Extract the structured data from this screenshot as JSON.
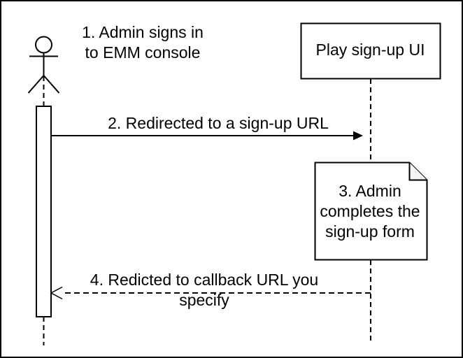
{
  "diagram": {
    "type": "sequence-diagram",
    "background_color": "#ffffff",
    "stroke_color": "#000000",
    "note_fold_color": "#f5f5f5",
    "participants": [
      {
        "id": "admin",
        "kind": "actor",
        "label": "1. Admin signs in\nto EMM console"
      },
      {
        "id": "play-signup-ui",
        "kind": "box",
        "label": "Play sign-up UI"
      }
    ],
    "messages": [
      {
        "from": "admin",
        "to": "play-signup-ui",
        "style": "solid",
        "arrowhead": "filled",
        "label": "2. Redirected to a sign-up URL"
      },
      {
        "from": "play-signup-ui",
        "to": "admin",
        "style": "dashed",
        "arrowhead": "open",
        "label": "4. Redicted to callback URL you specify"
      }
    ],
    "notes": [
      {
        "attached_to": "play-signup-ui",
        "label": "3. Admin\ncompletes the\nsign-up form"
      }
    ]
  }
}
